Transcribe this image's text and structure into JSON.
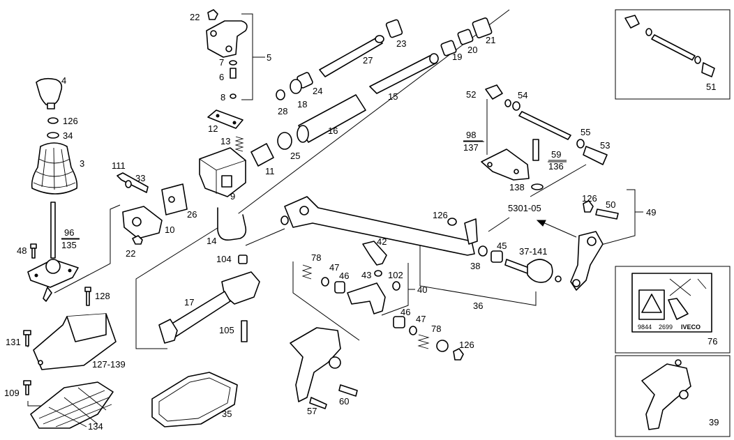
{
  "labels": {
    "l22a": "22",
    "l5": "5",
    "l7": "7",
    "l6": "6",
    "l8": "8",
    "l4": "4",
    "l126a": "126",
    "l34": "34",
    "l3": "3",
    "l23": "23",
    "l27": "27",
    "l24": "24",
    "l18": "18",
    "l28": "28",
    "l15": "15",
    "l16": "16",
    "l25": "25",
    "l11": "11",
    "l21": "21",
    "l20": "20",
    "l19": "19",
    "l51": "51",
    "l52": "52",
    "l54": "54",
    "l55": "55",
    "l53": "53",
    "l98": "98",
    "l137": "137",
    "l59": "59",
    "l136": "136",
    "l138": "138",
    "l12": "12",
    "l13": "13",
    "l111": "111",
    "l33": "33",
    "l9": "9",
    "l26": "26",
    "l10": "10",
    "l22b": "22",
    "l14": "14",
    "l96": "96",
    "l135": "135",
    "l48": "48",
    "l5301": "5301-05",
    "l126b": "126",
    "l50": "50",
    "l49": "49",
    "l126c": "126",
    "l42": "42",
    "l45": "45",
    "l38": "38",
    "l37141": "37-141",
    "l104": "104",
    "l78a": "78",
    "l47a": "47",
    "l46a": "46",
    "l43": "43",
    "l102": "102",
    "l40": "40",
    "l17": "17",
    "l105": "105",
    "l36": "36",
    "l128": "128",
    "l131": "131",
    "l127139": "127-139",
    "l46b": "46",
    "l47b": "47",
    "l78b": "78",
    "l126d": "126",
    "l109": "109",
    "l134": "134",
    "l35": "35",
    "l60": "60",
    "l57": "57",
    "l76": "76",
    "l39": "39"
  },
  "decal": {
    "code_a": "9844",
    "code_b": "2699",
    "brand": "IVECO"
  }
}
